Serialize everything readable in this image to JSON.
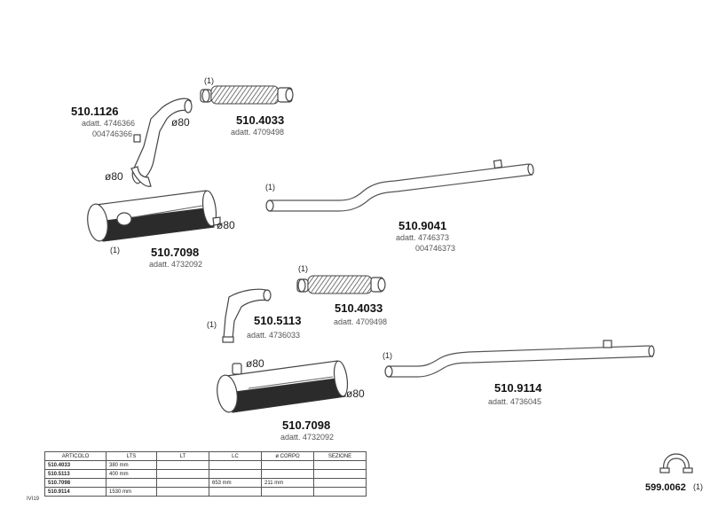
{
  "parts": {
    "hose_upper": {
      "code": "510.1126",
      "ref1": "adatt. 4746366",
      "ref2": "004746366",
      "dia_top": "ø80",
      "dia_bottom": "ø80"
    },
    "flex_upper": {
      "code": "510.4033",
      "ref": "adatt. 4709498",
      "note": "(1)"
    },
    "silencer_upper": {
      "code": "510.7098",
      "ref": "adatt. 4732092",
      "dia_outlet": "ø80",
      "note": "(1)"
    },
    "pipe_upper": {
      "code": "510.9041",
      "ref1": "adatt. 4746373",
      "ref2": "004746373",
      "note": "(1)"
    },
    "hose_lower": {
      "code": "510.5113",
      "ref": "adatt. 4736033",
      "note": "(1)"
    },
    "flex_lower": {
      "code": "510.4033",
      "ref": "adatt. 4709498",
      "note": "(1)"
    },
    "silencer_lower": {
      "code": "510.7098",
      "ref": "adatt. 4732092",
      "dia_inlet": "ø80",
      "dia_outlet": "ø80"
    },
    "pipe_lower": {
      "code": "510.9114",
      "ref": "adatt. 4736045",
      "note": "(1)"
    },
    "clamp": {
      "code": "599.0062",
      "note": "(1)"
    }
  },
  "table": {
    "headers": [
      "ARTICOLO",
      "LTS",
      "LT",
      "LC",
      "ø CORPO",
      "SEZIONE"
    ],
    "rows": [
      {
        "code": "510.4033",
        "lts": "380 mm",
        "lt": "",
        "lc": "",
        "corpo": "",
        "sezione": ""
      },
      {
        "code": "510.5113",
        "lts": "400 mm",
        "lt": "",
        "lc": "",
        "corpo": "",
        "sezione": ""
      },
      {
        "code": "510.7098",
        "lts": "",
        "lt": "",
        "lc": "653 mm",
        "corpo": "211 mm",
        "sezione": ""
      },
      {
        "code": "510.9114",
        "lts": "1530 mm",
        "lt": "",
        "lc": "",
        "corpo": "",
        "sezione": ""
      }
    ],
    "side_label": "IVI19"
  }
}
